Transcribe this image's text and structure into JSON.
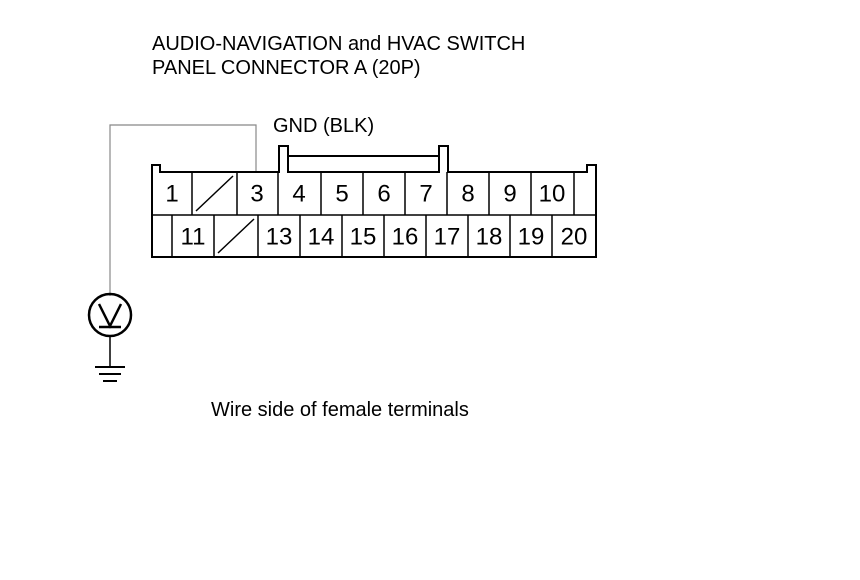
{
  "title": {
    "line1": "AUDIO-NAVIGATION and HVAC SWITCH",
    "line2": "PANEL CONNECTOR A (20P)"
  },
  "ground_label": "GND (BLK)",
  "caption": "Wire side of female terminals",
  "connector": {
    "row1": [
      "1",
      "",
      "3",
      "4",
      "5",
      "6",
      "7",
      "8",
      "9",
      "10",
      ""
    ],
    "row2": [
      "",
      "11",
      "",
      "13",
      "14",
      "15",
      "16",
      "17",
      "18",
      "19",
      "20"
    ],
    "empty_slashed": [
      [
        0,
        1
      ],
      [
        1,
        2
      ]
    ]
  },
  "meter_icon": "voltmeter-icon",
  "ground_icon": "ground-symbol-icon",
  "colors": {
    "line": "#000000",
    "probe_wire": "#888888"
  }
}
